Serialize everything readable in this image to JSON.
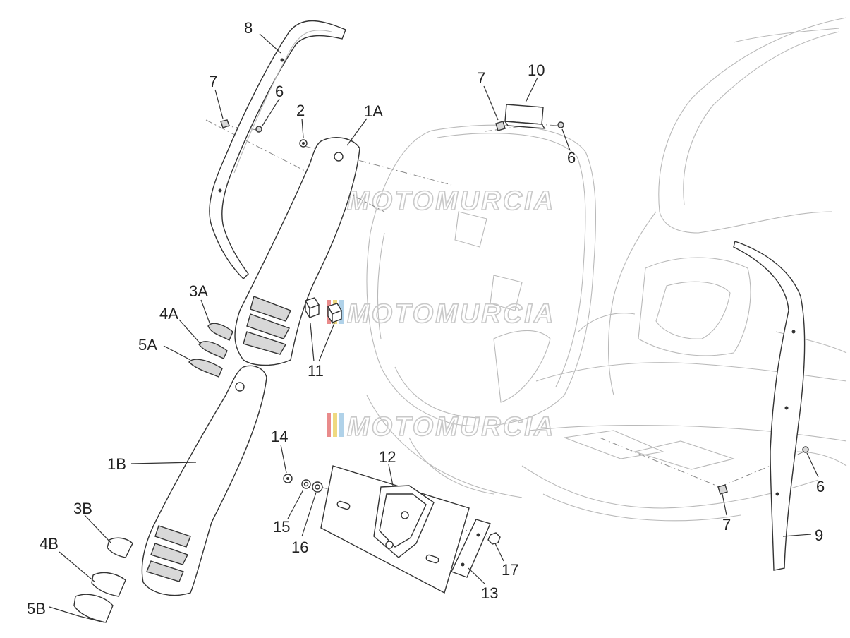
{
  "watermark": {
    "text": "MOTOMURCIA",
    "stripe_colors": [
      "#e05a5a",
      "#e8c94a",
      "#8fbfe0"
    ]
  },
  "callouts": {
    "c8": "8",
    "c7_top": "7",
    "c6_top": "6",
    "c2": "2",
    "c1A": "1A",
    "c7_right": "7",
    "c10": "10",
    "c6_right": "6",
    "c3A": "3A",
    "c4A": "4A",
    "c5A": "5A",
    "c11": "11",
    "c1B": "1B",
    "c14": "14",
    "c12": "12",
    "c15": "15",
    "c16": "16",
    "c17": "17",
    "c13": "13",
    "c3B": "3B",
    "c4B": "4B",
    "c5B": "5B",
    "c6_bottom": "6",
    "c7_bottom": "7",
    "c9": "9"
  }
}
